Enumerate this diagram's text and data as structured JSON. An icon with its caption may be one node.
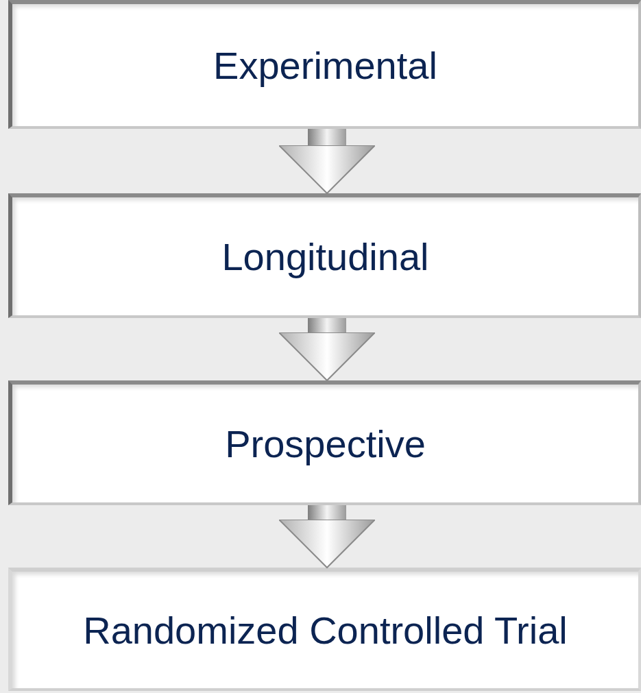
{
  "diagram": {
    "nodes": [
      {
        "text": [
          "Experimental"
        ]
      },
      {
        "text": [
          "Longitudinal"
        ]
      },
      {
        "text": [
          "Prospective"
        ]
      },
      {
        "text": [
          "Randomized Controlled Trial"
        ]
      }
    ],
    "edges": [
      {
        "from": 0,
        "to": 1,
        "arrow": "to"
      },
      {
        "from": 1,
        "to": 2,
        "arrow": "to"
      },
      {
        "from": 2,
        "to": 3,
        "arrow": "to"
      }
    ]
  }
}
